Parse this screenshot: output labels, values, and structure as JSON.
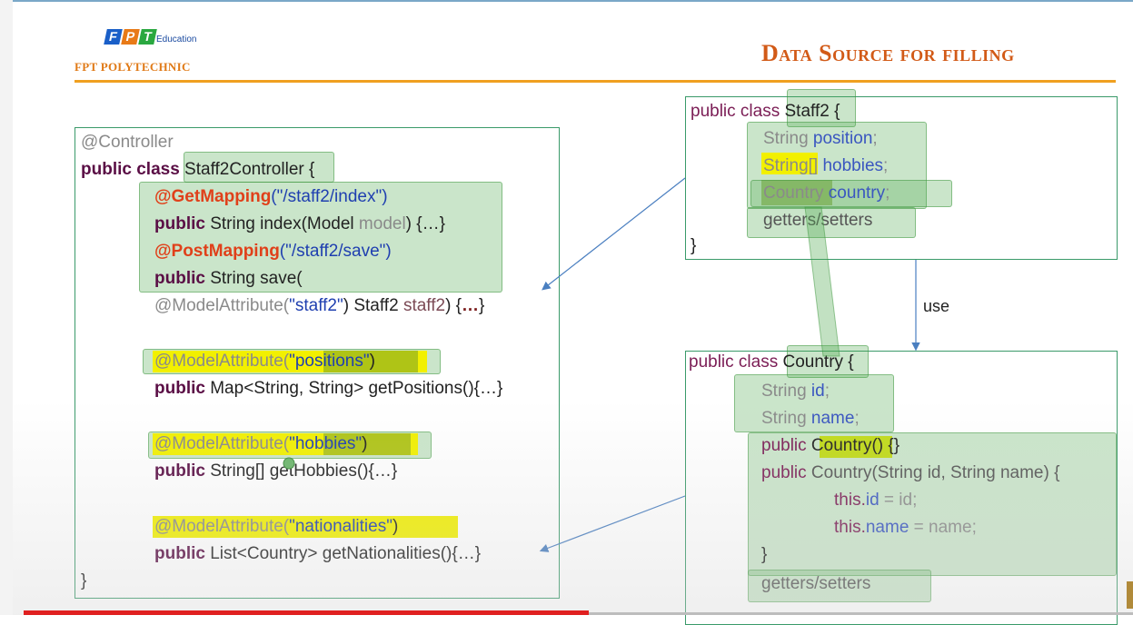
{
  "header": {
    "logo_letters": [
      "F",
      "P",
      "T"
    ],
    "logo_education": "Education",
    "logo_school": "FPT POLYTECHNIC",
    "title": "Data Source for filling"
  },
  "controller": {
    "l1": "@Controller",
    "l2_kw": "public class ",
    "l2_name": "Staff2Controller",
    " l2_end": " {",
    "l2_endtxt": " {",
    "l3_ann": "@GetMapping",
    "l3_str": "(\"/staff2/index\")",
    "l4_kw": "public",
    "l4_rest": " String index(Model ",
    "l4_model": "model",
    ") {…}": "",
    "l4_end": ") {…}",
    "l5_ann": "@PostMapping",
    "l5_str": "(\"/staff2/save\")",
    "l6_kw": "public",
    "l6_rest": " String save(",
    "l7_a": "@ModelAttribute(",
    "l7_s": "\"staff2\"",
    "l7_b": ") Staff2 ",
    "l7_v": "staff2",
    "l7_c": ") {",
    "l7_d": "…",
    "l7_e": "}",
    "l8_a": "@ModelAttribute(",
    "l8_s": "\"positions\"",
    "l8_e": ")",
    "l9_kw": "public",
    "l9_rest": " Map<String, String> getPositions(){…}",
    "l10_a": "@ModelAttribute(",
    "l10_s": "\"hobbies\"",
    "l10_e": ")",
    "l11_kw": "public",
    "l11_rest": " String[] getHobbies(){…}",
    "l12_a": "@ModelAttribute(",
    "l12_s": "\"nationalities\"",
    "l12_e": ")",
    "l13_kw": "public",
    "l13_rest": " List<Country> getNationalities(){…}",
    "l14": "}"
  },
  "staff2": {
    "l1_kw": "public class ",
    "l1_name": "Staff2",
    "l1_end": " {",
    "l2_t": "String ",
    "l2_f": "position",
    ";": ";",
    "l2_end": ";",
    "l3_t": "String[]",
    "l3_f": " hobbies",
    "l3_end": ";",
    "l4_t": "Country",
    "l4_f": " country",
    "l4_end": ";",
    "l5": "getters/setters",
    "l6": "}"
  },
  "use_label": "use",
  "country": {
    "l1_kw": "public class ",
    "l1_name": "Country",
    "l1_end": " {",
    "l2_t": "String ",
    "l2_f": "id",
    "l2_end": ";",
    "l3_t": "String ",
    "l3_f": "name",
    "l3_end": ";",
    "l4_kw": "public ",
    "l4_name": "Country()",
    "l4_end": " {}",
    "l5_kw": "public ",
    "l5_rest": "Country(String id, String name) {",
    "l6_kw": "this.",
    "l6_f": "id",
    "l6_rest": " = id;",
    "l7_kw": "this.",
    "l7_f": "name",
    "l7_rest": " = name;",
    "l8": "}",
    "l9": "getters/setters"
  },
  "colors": {
    "accent": "#d25a17",
    "brand_orange": "#e07a17",
    "box_border": "#3a9a6a",
    "progress": "#e02020"
  }
}
